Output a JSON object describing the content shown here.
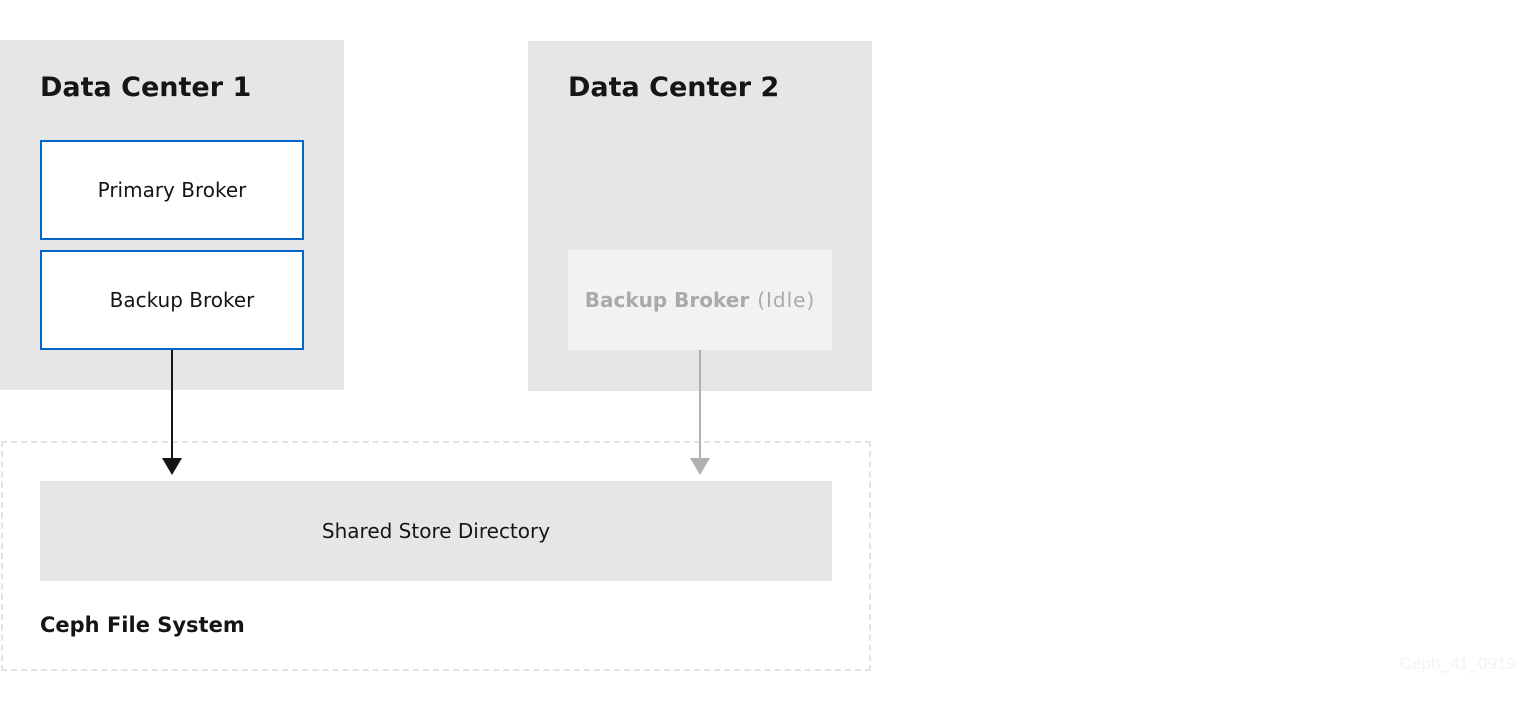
{
  "data_centers": [
    {
      "title": "Data Center 1"
    },
    {
      "title": "Data Center 2"
    }
  ],
  "brokers": {
    "primary": "Primary Broker",
    "backup_dc1": "Backup Broker",
    "backup_dc2": {
      "label": "Backup Broker",
      "state": "(Idle)"
    }
  },
  "storage": {
    "directory": "Shared Store Directory",
    "filesystem": "Ceph File System"
  },
  "watermark": "Ceph_41_0919",
  "colors": {
    "accent_border": "#0066cc",
    "active_arrow": "#151515",
    "idle_arrow": "#b0b0b0",
    "panel_bg": "#e6e6e6"
  }
}
